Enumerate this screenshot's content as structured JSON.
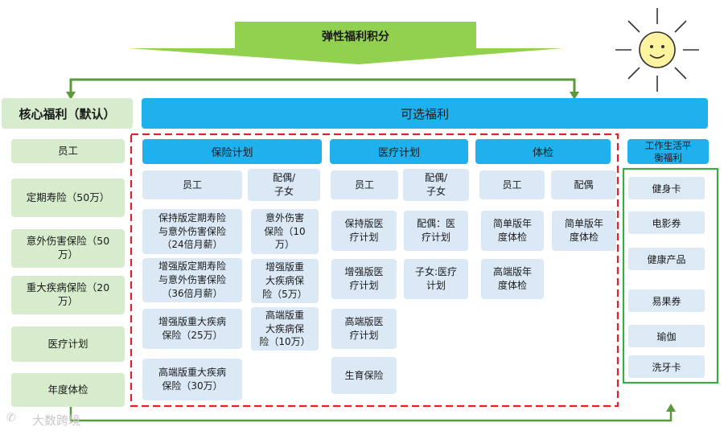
{
  "top_banner": {
    "label": "弹性福利积分",
    "color": "#92d050"
  },
  "core": {
    "header": "核心福利（默认）",
    "items": [
      "员工",
      "定期寿险（50万）",
      "意外伤害保险（50\n万）",
      "重大疾病保险（20\n万）",
      "医疗计划",
      "年度体检"
    ]
  },
  "optional": {
    "header": "可选福利",
    "insurance": {
      "title": "保险计划",
      "col_employee": "员工",
      "col_family": "配偶/\n子女",
      "employee_items": [
        "保持版定期寿险\n与意外伤害保险\n（24倍月薪）",
        "增强版定期寿险\n与意外伤害保险\n（36倍月薪）",
        "增强版重大疾病\n保险（25万）",
        "高端版重大疾病\n保险（30万）"
      ],
      "family_items": [
        "意外伤害\n保险（10\n万）",
        "增强版重\n大疾病保\n险（5万）",
        "高端版重\n大疾病保\n险（10万）"
      ]
    },
    "medical": {
      "title": "医疗计划",
      "col_employee": "员工",
      "col_family": "配偶/\n子女",
      "employee_items": [
        "保持版医\n疗计划",
        "增强版医\n疗计划",
        "高端版医\n疗计划",
        "生育保险"
      ],
      "family_items": [
        "配偶：医\n疗计划",
        "子女:医疗\n计划"
      ]
    },
    "checkup": {
      "title": "体检",
      "col_employee": "员工",
      "col_family": "配偶",
      "employee_items": [
        "简单版年\n度体检",
        "高端版年\n度体检"
      ],
      "family_items": [
        "简单版年\n度体检"
      ]
    }
  },
  "worklife": {
    "header": "工作生活平\n衡福利",
    "items": [
      "健身卡",
      "电影券",
      "健康产品",
      "易果券",
      "瑜伽",
      "洗牙卡"
    ]
  },
  "watermark": "大数跨境"
}
